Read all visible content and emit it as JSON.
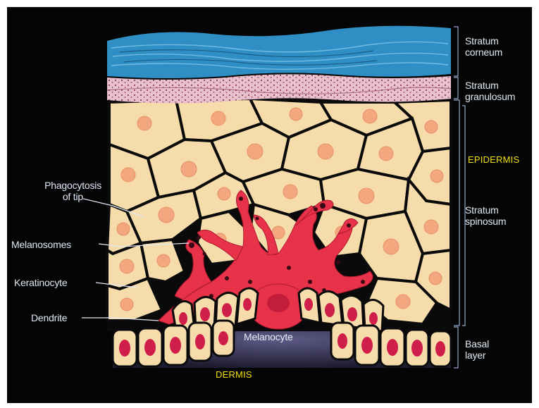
{
  "labels": {
    "stratum_corneum": [
      "Stratum",
      "corneum"
    ],
    "stratum_granulosum": [
      "Stratum",
      "granulosum"
    ],
    "epidermis": "EPIDERMIS",
    "stratum_spinosum": [
      "Stratum",
      "spinosum"
    ],
    "basal_layer": [
      "Basal",
      "layer"
    ],
    "phagocytosis": [
      "Phagocytosis",
      "of tip"
    ],
    "melanosomes": "Melanosomes",
    "keratinocyte": "Keratinocyte",
    "dendrite": "Dendrite",
    "melanocyte": "Melanocyte",
    "dermis": "DERMIS"
  },
  "colors": {
    "background": "#050505",
    "corneum": "#2f8fc4",
    "granulosum": "#e8bcc8",
    "keratinocyte_cell": "#f6dcaa",
    "keratinocyte_nucleus": "#f2a77e",
    "melanocyte": "#e8324a",
    "basal_nucleus": "#d01e4a",
    "dermis": "#3b3858",
    "label_text": "#dfe8f5",
    "epidermis_text": "#f0e010"
  }
}
